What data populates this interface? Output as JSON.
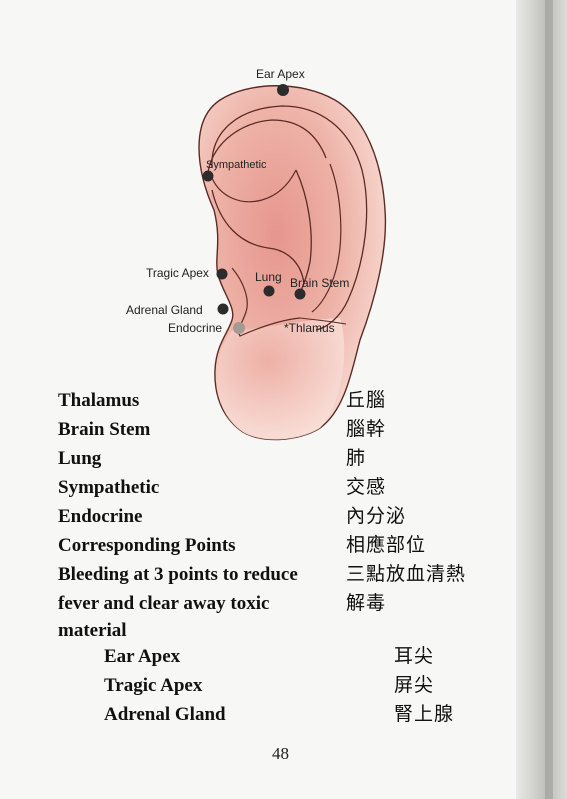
{
  "figure": {
    "labels": {
      "ear_apex": "Ear Apex",
      "sympathetic": "Sympathetic",
      "tragic_apex": "Tragic Apex",
      "lung": "Lung",
      "brain_stem": "Brain Stem",
      "adrenal_gland": "Adrenal Gland",
      "endocrine": "Endocrine",
      "thalamus": "*Thlamus"
    },
    "colors": {
      "ear_dark": "#e3928a",
      "ear_light": "#f7dcd5",
      "point": "#2c2c2c",
      "endocrine_point": "#a39a94"
    }
  },
  "terms": [
    {
      "en": "Thalamus",
      "zh": "丘腦"
    },
    {
      "en": "Brain Stem",
      "zh": "腦幹"
    },
    {
      "en": "Lung",
      "zh": "肺"
    },
    {
      "en": "Sympathetic",
      "zh": "交感"
    },
    {
      "en": "Endocrine",
      "zh": "內分泌"
    },
    {
      "en": "Corresponding Points",
      "zh": "相應部位"
    },
    {
      "en": "Bleeding at 3 points to reduce",
      "zh": "三點放血清熱"
    },
    {
      "en": "fever and clear away toxic",
      "zh": "解毒"
    },
    {
      "en": "material",
      "zh": ""
    }
  ],
  "sub_terms": [
    {
      "en": "Ear Apex",
      "zh": "耳尖"
    },
    {
      "en": "Tragic Apex",
      "zh": "屏尖"
    },
    {
      "en": "Adrenal Gland",
      "zh": "腎上腺"
    }
  ],
  "page_number": "48"
}
